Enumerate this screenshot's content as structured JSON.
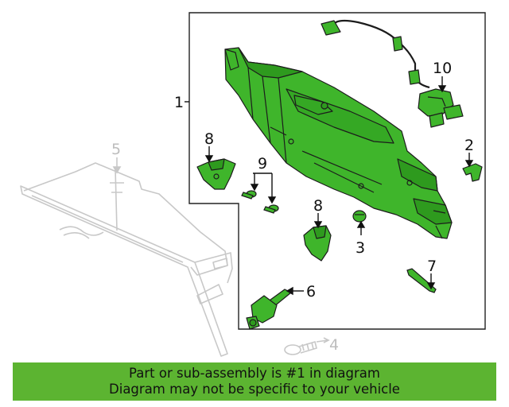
{
  "colors": {
    "highlight": "#5cb431",
    "part_fill": "#3fb52b",
    "ghost": "#bdbdbd"
  },
  "callouts": {
    "c1": "1",
    "c2": "2",
    "c3": "3",
    "c4": "4",
    "c5": "5",
    "c6": "6",
    "c7": "7",
    "c8a": "8",
    "c8b": "8",
    "c9": "9",
    "c10": "10"
  },
  "banner": {
    "line1": "Part or sub-assembly is #1 in diagram",
    "line2": "Diagram may not be specific to your vehicle"
  }
}
